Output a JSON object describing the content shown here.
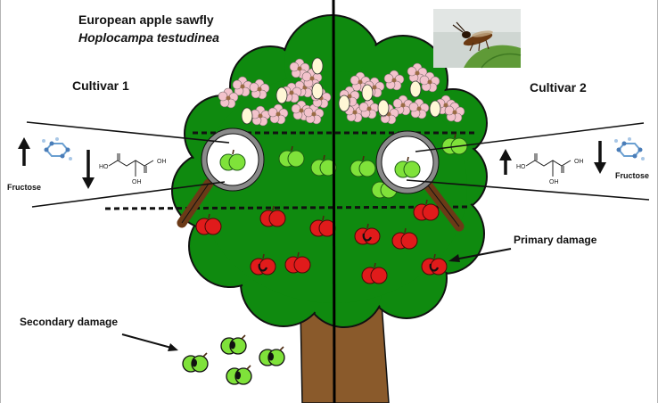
{
  "figure": {
    "title": "European apple sawfly",
    "subtitle": "Hoplocampa testudinea"
  },
  "cultivars": {
    "left": "Cultivar 1",
    "right": "Cultivar 2"
  },
  "labels": {
    "primary_damage": "Primary damage",
    "secondary_damage": "Secondary damage",
    "fructose_left": "Fructose",
    "fructose_right": "Fructose"
  },
  "colors": {
    "canopy": "#0f8a0f",
    "trunk": "#8a5a2b",
    "green_apple": "#7fe23a",
    "red_apple": "#e01b1b",
    "blossom": "#f3c3cc",
    "bud": "#fff7d6",
    "divider": "#000000",
    "lens_rim": "#8a8a8a",
    "lens_handle": "#6b3a17"
  },
  "icons": {
    "insect_photo": "sawfly-photo",
    "magnifier": "magnifying-glass-icon",
    "molecule_fructose": "fructose-molecule-icon",
    "molecule_malic_acid": "malic-acid-structure-icon",
    "increase": "arrow-up-icon",
    "decrease": "arrow-down-icon"
  }
}
